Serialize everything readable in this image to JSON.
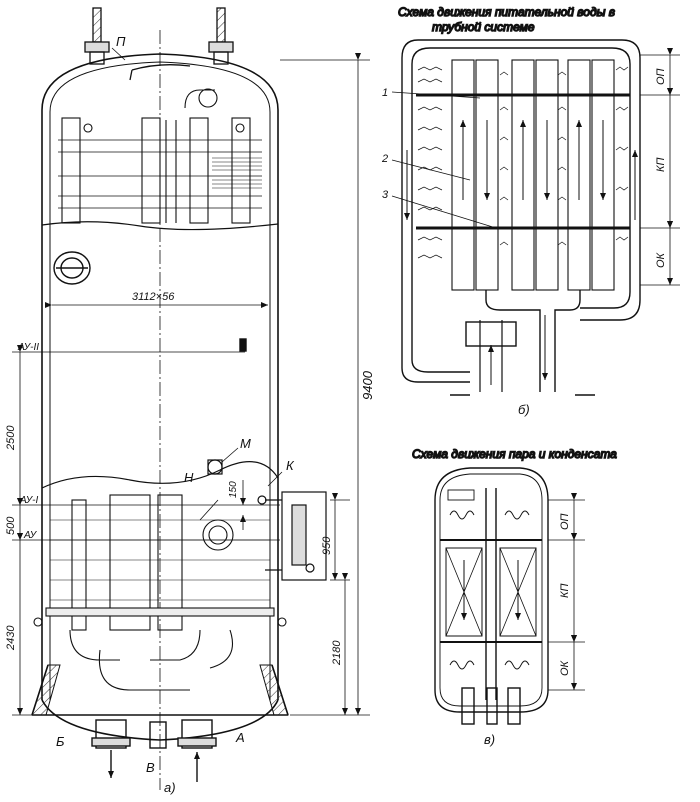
{
  "labels": {
    "P": "П",
    "diameter": "3112×56",
    "height_total": "9400",
    "AU2": "АУ-II",
    "AU1": "АУ-I",
    "AU": "АУ",
    "dim_2500": "2500",
    "dim_500": "500",
    "dim_2430": "2430",
    "dim_150": "150",
    "dim_950": "950",
    "dim_2180": "2180",
    "M": "М",
    "N": "Н",
    "K": "К",
    "B_cyr": "Б",
    "V_cyr": "В",
    "A_cyr": "А",
    "caption_a": "а)"
  },
  "panel_b": {
    "title_line1": "Схема движения питательной воды в",
    "title_line2": "трубной системе",
    "callout_1": "1",
    "callout_2": "2",
    "callout_3": "3",
    "zone_op": "ОП",
    "zone_kp": "КП",
    "zone_ok": "ОК",
    "caption": "б)"
  },
  "panel_c": {
    "title": "Схема движения пара и конденсата",
    "zone_op": "ОП",
    "zone_kp": "КП",
    "zone_ok": "ОК",
    "caption": "в)"
  }
}
